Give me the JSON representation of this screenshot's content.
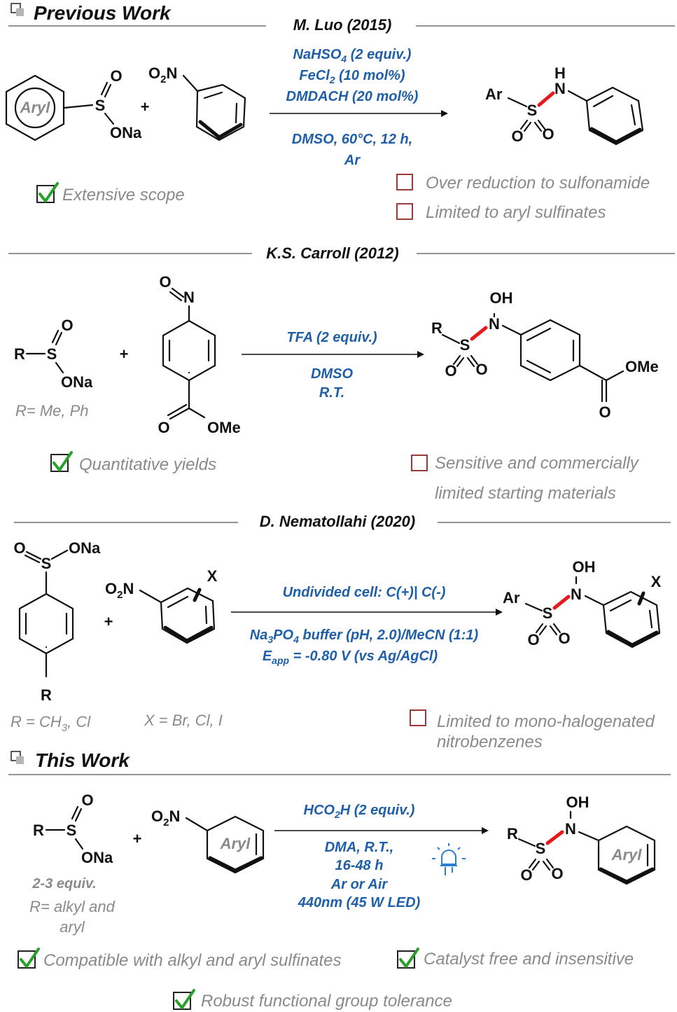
{
  "previous_work": {
    "title": "Previous Work",
    "luo": {
      "citation": "M. Luo (2015)",
      "cond_1": "NaHSO",
      "cond_1_sub": "4",
      "cond_1_end": " (2 equiv.)",
      "cond_2": "FeCl",
      "cond_2_sub": "2",
      "cond_2_end": " (10 mol%)",
      "cond_3": "DMDACH (20 mol%)",
      "cond_4": "DMSO, 60°C, 12 h,",
      "cond_5": "Ar",
      "pro": "Extensive scope",
      "con_1": "Over reduction to sulfonamide",
      "con_2": "Limited to aryl sulfinates"
    },
    "carroll": {
      "citation": "K.S. Carroll (2012)",
      "cond_1": "TFA (2 equiv.)",
      "cond_2": "DMSO",
      "cond_3": "R.T.",
      "r_note": "R= Me, Ph",
      "pro": "Quantitative yields",
      "con_1": "Sensitive and commercially",
      "con_2": "limited starting materials"
    },
    "nematollahi": {
      "citation": "D. Nematollahi (2020)",
      "cond_1": "Undivided cell: C(+)| C(-)",
      "cond_2a": "Na",
      "cond_2a_sub": "3",
      "cond_2b": "PO",
      "cond_2b_sub": "4",
      "cond_2c": " buffer (pH, 2.0)/MeCN (1:1)",
      "cond_3a": "E",
      "cond_3a_sub": "app",
      "cond_3b": " = -0.80 V (vs Ag/AgCl)",
      "r_note_a": "R = CH",
      "r_note_sub": "3",
      "r_note_b": ", Cl",
      "x_note": "X = Br, Cl, I",
      "con_1": "Limited to mono-halogenated",
      "con_2": "nitrobenzenes"
    }
  },
  "this_work": {
    "title": "This Work",
    "cond_1a": "HCO",
    "cond_1_sub": "2",
    "cond_1b": "H (2 equiv.)",
    "cond_2": "DMA, R.T.,",
    "cond_3": "16-48 h",
    "cond_4": "Ar or Air",
    "cond_5": "440nm (45 W LED)",
    "equiv_note": "2-3 equiv.",
    "r_note_1": "R= alkyl and",
    "r_note_2": "aryl",
    "pro_1": "Compatible with alkyl and aryl sulfinates",
    "pro_2": "Catalyst free and insensitive",
    "pro_3": "Robust functional group tolerance"
  },
  "atoms": {
    "S": "S",
    "O": "O",
    "N": "N",
    "H": "H",
    "R": "R",
    "X": "X",
    "Ar": "Ar",
    "ONa": "ONa",
    "OMe": "OMe",
    "OH": "OH",
    "O2N_a": "O",
    "O2N_sub": "2",
    "O2N_b": "N",
    "plus": "+",
    "aryl": "Aryl"
  },
  "colors": {
    "condition_text": "#1f5fa8",
    "highlight_bond": "#e41a1c",
    "check": "#2aa02a",
    "cross_box": "#9b3a3a",
    "note_text": "#8a8a8a",
    "led": "#2a7fd4"
  }
}
